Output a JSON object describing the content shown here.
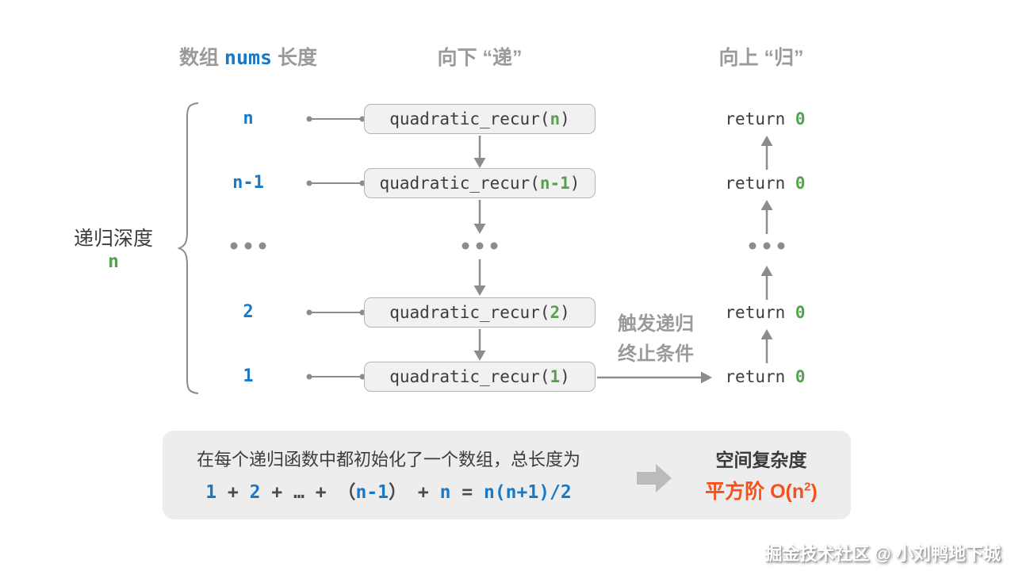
{
  "colors": {
    "blue": "#1879c8",
    "green": "#55a14e",
    "orange": "#f4511e",
    "gray-text": "#9a9a9a",
    "dark-text": "#3c3c3c",
    "arrow": "#8c8c8c",
    "box-bg": "#f1f1f1",
    "box-border": "#b4b4b4",
    "panel-bg": "#ededed"
  },
  "headers": {
    "left_pre": "数组 ",
    "left_code": "nums",
    "left_post": " 长度",
    "middle": "向下 “递”",
    "right": "向上 “归”"
  },
  "depth_label": {
    "title": "递归深度",
    "value": "n"
  },
  "rows": [
    {
      "label": "n",
      "call_pre": "quadratic_recur(",
      "call_arg": "n",
      "call_post": ")",
      "return_pre": "return ",
      "return_val": "0"
    },
    {
      "label": "n-1",
      "call_pre": "quadratic_recur(",
      "call_arg": "n-1",
      "call_post": ")",
      "return_pre": "return ",
      "return_val": "0"
    },
    {
      "ellipsis": "..."
    },
    {
      "label": "2",
      "call_pre": "quadratic_recur(",
      "call_arg": "2",
      "call_post": ")",
      "return_pre": "return ",
      "return_val": "0"
    },
    {
      "label": "1",
      "call_pre": "quadratic_recur(",
      "call_arg": "1",
      "call_post": ")",
      "return_pre": "return ",
      "return_val": "0"
    }
  ],
  "termination_note": {
    "line1": "触发递归",
    "line2": "终止条件"
  },
  "summary": {
    "line1": "在每个递归函数中都初始化了一个数组，总长度为",
    "formula": [
      {
        "t": "1"
      },
      {
        "t": " + "
      },
      {
        "t": "2"
      },
      {
        "t": " + "
      },
      {
        "t": "…"
      },
      {
        "t": " + "
      },
      {
        "t": "（"
      },
      {
        "t": "n-1"
      },
      {
        "t": "）"
      },
      {
        "t": " + "
      },
      {
        "t": "n"
      },
      {
        "t": " = "
      },
      {
        "t": "n(n+1)/2"
      }
    ],
    "result_title": "空间复杂度",
    "result_pre": "平方阶 O(n",
    "result_sup": "2",
    "result_post": ")"
  },
  "watermark": "掘金技术社区 @ 小刘鸭地下城"
}
